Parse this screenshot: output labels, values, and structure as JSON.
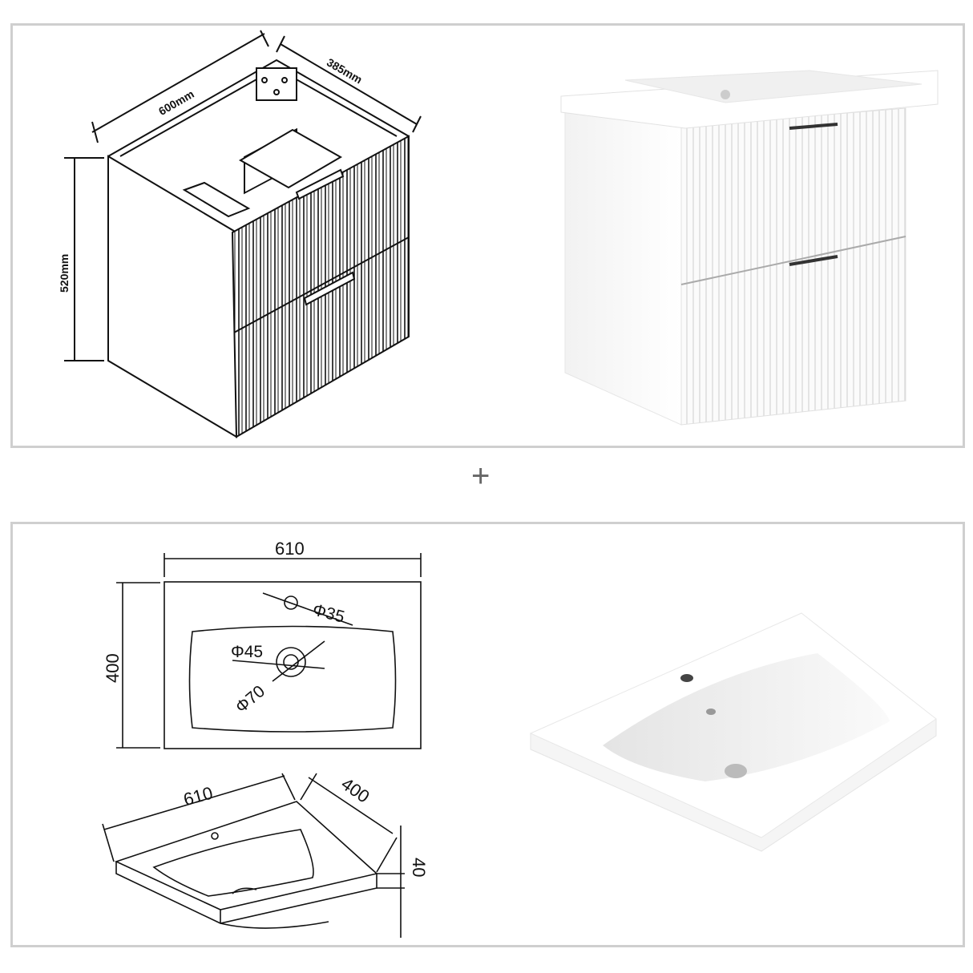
{
  "cabinet_drawing": {
    "width_label": "600mm",
    "depth_label": "385mm",
    "height_label": "520mm"
  },
  "separator": "+",
  "basin_top_view": {
    "width_label": "610",
    "depth_label": "400",
    "tap_hole_label": "Φ35",
    "drain_inner_label": "Φ45",
    "drain_outer_label": "Φ70"
  },
  "basin_iso_view": {
    "width_label": "610",
    "depth_label": "400",
    "thickness_label": "40"
  },
  "colors": {
    "border": "#cfcfcf",
    "line": "#111111",
    "product": "#ffffff"
  }
}
